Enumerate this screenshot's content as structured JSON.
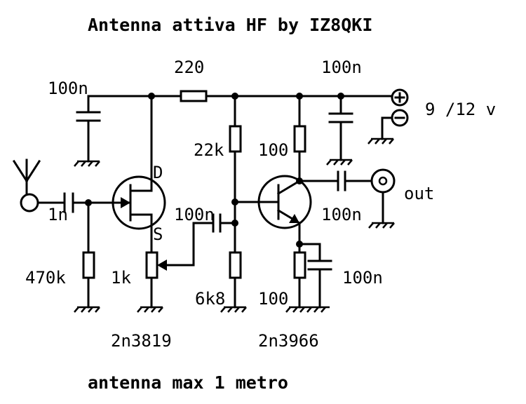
{
  "title": "Antenna attiva HF by IZ8QKI",
  "footer": "antenna max 1 metro",
  "supply_label": "9 /12 v",
  "output_label": "out",
  "components": {
    "r_series_top": "220",
    "c_decoupling_left": "100n",
    "c_decoupling_right": "100n",
    "c_input": "1n",
    "r_gate": "470k",
    "r_source_pot": "1k",
    "c_coupling_mid": "100n",
    "r_bias_upper": "22k",
    "r_bias_lower": "6k8",
    "r_collector": "100",
    "c_output": "100n",
    "r_emitter": "100",
    "c_emitter": "100n"
  },
  "transistors": {
    "fet": "2n3819",
    "bjt": "2n3966",
    "drain_label": "D",
    "source_label": "S"
  },
  "symbols": {
    "plus": "+",
    "minus": "−"
  }
}
